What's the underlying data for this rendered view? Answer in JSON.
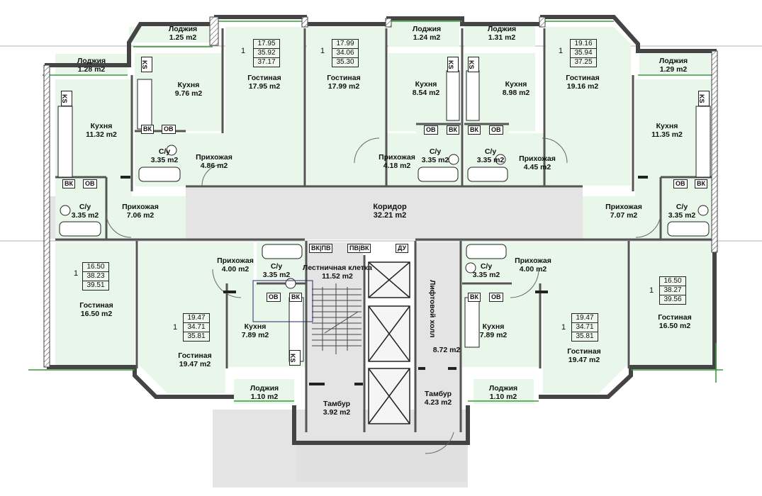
{
  "rooms": {
    "loggia_top_1": {
      "name": "Лоджия",
      "area": "1.25 m2"
    },
    "loggia_top_2": {
      "name": "Лоджия",
      "area": "1.24 m2"
    },
    "loggia_top_3": {
      "name": "Лоджия",
      "area": "1.31 m2"
    },
    "loggia_left_top": {
      "name": "Лоджия",
      "area": "1.28 m2"
    },
    "loggia_right_top": {
      "name": "Лоджия",
      "area": "1.29 m2"
    },
    "kitchen_top_1": {
      "name": "Кухня",
      "area": "9.76 m2"
    },
    "living_top_1": {
      "name": "Гостиная",
      "area": "17.95 m2"
    },
    "living_top_2": {
      "name": "Гостиная",
      "area": "17.99 m2"
    },
    "kitchen_top_2": {
      "name": "Кухня",
      "area": "8.54 m2"
    },
    "kitchen_top_3": {
      "name": "Кухня",
      "area": "8.98 m2"
    },
    "living_top_3": {
      "name": "Гостиная",
      "area": "19.16 m2"
    },
    "kitchen_left_top": {
      "name": "Кухня",
      "area": "11.32 m2"
    },
    "kitchen_right_top": {
      "name": "Кухня",
      "area": "11.35 m2"
    },
    "bath_top_1": {
      "name": "С/у",
      "area": "3.35 m2"
    },
    "hall_top_1": {
      "name": "Прихожая",
      "area": "4.86 m2"
    },
    "hall_top_2": {
      "name": "Прихожая",
      "area": "4.18 m2"
    },
    "bath_top_2": {
      "name": "С/у",
      "area": "3.35 m2"
    },
    "bath_top_3": {
      "name": "С/у",
      "area": "3.35 m2"
    },
    "hall_top_3": {
      "name": "Прихожая",
      "area": "4.45 m2"
    },
    "bath_left": {
      "name": "С/у",
      "area": "3.35 m2"
    },
    "hall_left": {
      "name": "Прихожая",
      "area": "7.06 m2"
    },
    "corridor": {
      "name": "Коридор",
      "area": "32.21 m2"
    },
    "hall_right": {
      "name": "Прихожая",
      "area": "7.07 m2"
    },
    "bath_right": {
      "name": "С/у",
      "area": "3.35 m2"
    },
    "living_left_bottom": {
      "name": "Гостиная",
      "area": "16.50 m2"
    },
    "hall_bottom_1": {
      "name": "Прихожая",
      "area": "4.00 m2"
    },
    "bath_bottom_1": {
      "name": "С/у",
      "area": "3.35 m2"
    },
    "stair": {
      "name": "Лестничная клетка",
      "area": "11.52 m2"
    },
    "bath_bottom_2": {
      "name": "С/у",
      "area": "3.35 m2"
    },
    "hall_bottom_2": {
      "name": "Прихожая",
      "area": "4.00 m2"
    },
    "living_right_bottom": {
      "name": "Гостиная",
      "area": "16.50 m2"
    },
    "kitchen_bottom_1": {
      "name": "Кухня",
      "area": "7.89 m2"
    },
    "kitchen_bottom_2": {
      "name": "Кухня",
      "area": "7.89 m2"
    },
    "living_bottom_1": {
      "name": "Гостиная",
      "area": "19.47 m2"
    },
    "living_bottom_2": {
      "name": "Гостиная",
      "area": "19.47 m2"
    },
    "lift_hall": {
      "name": "Лифтовой холл",
      "area": "8.72 m2"
    },
    "tambour_1": {
      "name": "Тамбур",
      "area": "3.92 m2"
    },
    "tambour_2": {
      "name": "Тамбур",
      "area": "4.23 m2"
    },
    "loggia_bottom_1": {
      "name": "Лоджия",
      "area": "1.10 m2"
    },
    "loggia_bottom_2": {
      "name": "Лоджия",
      "area": "1.10 m2"
    }
  },
  "summaries": {
    "top_1": {
      "count": "1",
      "lines": [
        "17.95",
        "35.92",
        "37.17"
      ]
    },
    "top_2": {
      "count": "1",
      "lines": [
        "17.99",
        "34.06",
        "35.30"
      ]
    },
    "top_3": {
      "count": "1",
      "lines": [
        "19.16",
        "35.94",
        "37.25"
      ]
    },
    "left_bottom": {
      "count": "1",
      "lines": [
        "16.50",
        "38.23",
        "39.51"
      ]
    },
    "mid_left": {
      "count": "1",
      "lines": [
        "19.47",
        "34.71",
        "35.81"
      ]
    },
    "mid_right": {
      "count": "1",
      "lines": [
        "19.47",
        "34.71",
        "35.81"
      ]
    },
    "right_bottom": {
      "count": "1",
      "lines": [
        "16.50",
        "38.27",
        "39.56"
      ]
    }
  },
  "fixtures": {
    "ks": "KS",
    "vk": "ВК",
    "ov": "ОВ",
    "vkpv": "ВК|ПВ",
    "pvvk": "ПВ|ВК",
    "du": "ДУ"
  },
  "colors": {
    "room_fill": "#e9f6ea",
    "corridor_fill": "#e4e4e4",
    "wall": "#444444",
    "facade_green": "#3a9a3a",
    "accent_blue": "#27296b"
  }
}
